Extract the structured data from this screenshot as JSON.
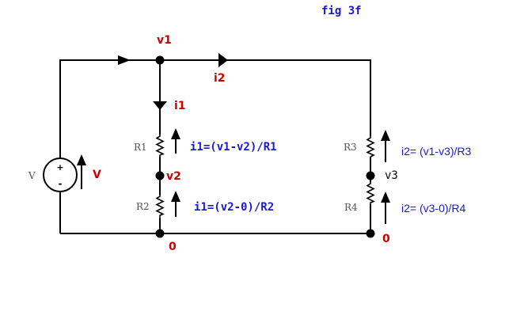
{
  "figure": {
    "title": "fig 3f",
    "source_label": "V",
    "source_polarity_plus": "+",
    "source_polarity_minus": "-",
    "source_voltage_label": "V"
  },
  "nodes": {
    "v1": "v1",
    "v2": "v2",
    "v3": "v3",
    "ground_left": "0",
    "ground_right": "0"
  },
  "currents": {
    "i1": "i1",
    "i2": "i2"
  },
  "resistors": {
    "r1": "R1",
    "r2": "R2",
    "r3": "R3",
    "r4": "R4"
  },
  "equations": {
    "eq_r1": "i1=(v1-v2)/R1",
    "eq_r2": "i1=(v2-0)/R2",
    "eq_r3": "i2= (v1-v3)/R3",
    "eq_r4": "i2= (v3-0)/R4"
  }
}
